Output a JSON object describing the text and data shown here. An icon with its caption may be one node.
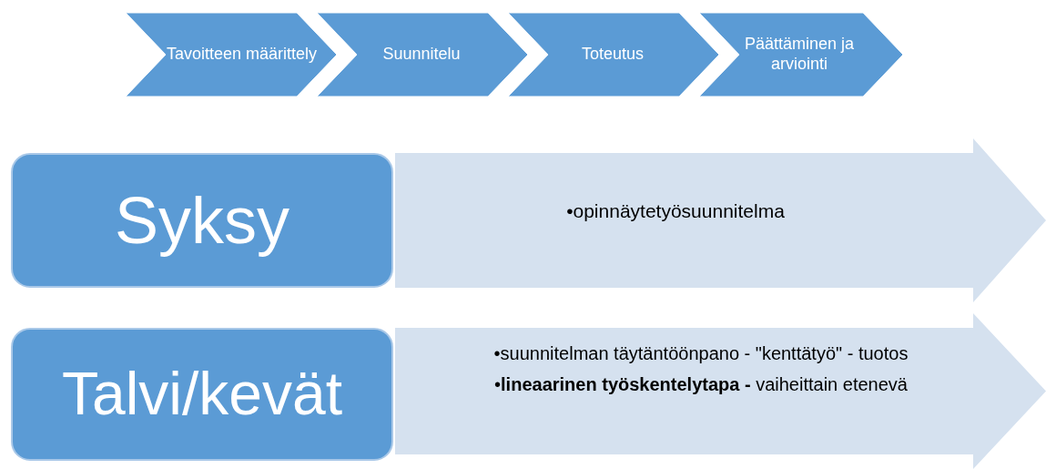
{
  "diagram": {
    "nodes": [
      {
        "text": [
          "Tavoitteen määrittely"
        ]
      },
      {
        "text": [
          "Suunnitelu"
        ]
      },
      {
        "text": [
          "Toteutus"
        ]
      },
      {
        "text": [
          "Päättäminen ja arviointi"
        ]
      },
      {
        "text": [
          "Syksy"
        ]
      },
      {
        "text": [
          "•opinnäytetyösuunnitelma"
        ]
      },
      {
        "text": [
          "Talvi/kevät"
        ]
      },
      {
        "text": [
          "•suunnitelman täytäntöönpano - \"kenttätyö\" - tuotos",
          "•**lineaarinen työskentelytapa -** vaiheittain etenevä"
        ]
      }
    ]
  }
}
